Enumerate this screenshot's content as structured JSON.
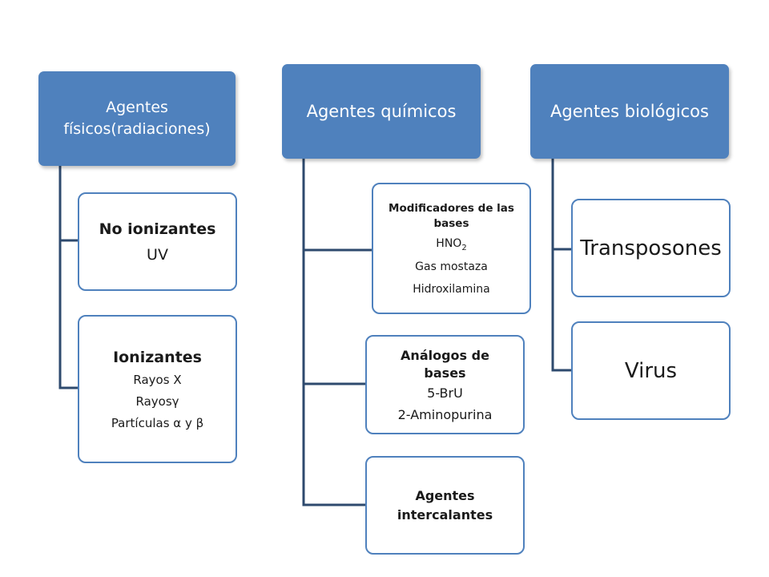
{
  "colors": {
    "header_fill": "#4f81bd",
    "card_border": "#4f81bd",
    "connector": "#2e4a6e"
  },
  "columns": [
    {
      "header": "Agentes físicos(radiaciones)",
      "cards": [
        {
          "title": "No ionizantes",
          "lines": [
            "UV"
          ]
        },
        {
          "title": "Ionizantes",
          "lines": [
            "Rayos X",
            "Rayosγ",
            "Partículas α y β"
          ]
        }
      ]
    },
    {
      "header": "Agentes químicos",
      "cards": [
        {
          "title": "Modificadores de las bases",
          "lines": [
            "HNO",
            "2",
            "Gas mostaza",
            "Hidroxilamina"
          ]
        },
        {
          "title": "Análogos de bases",
          "lines": [
            "5-BrU",
            "2-Aminopurina"
          ]
        },
        {
          "title": "Agentes intercalantes",
          "lines": []
        }
      ]
    },
    {
      "header": "Agentes biológicos",
      "cards": [
        {
          "title": "Transposones",
          "lines": []
        },
        {
          "title": "Virus",
          "lines": []
        }
      ]
    }
  ]
}
